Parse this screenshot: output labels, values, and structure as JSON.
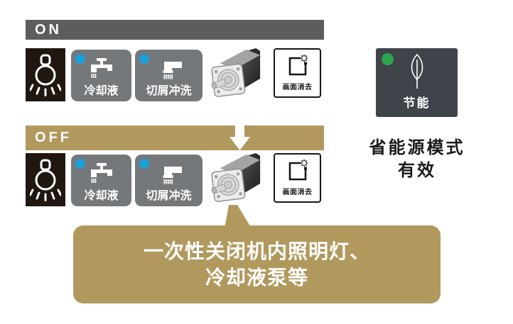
{
  "palette": {
    "on_bar_gray": "#5d5d5d",
    "gold": "#b1995e",
    "tile_gray": "#75787b",
    "bulb_tile_bg": "#211711",
    "eco_tile_bg": "#3f444b",
    "blue_indicator": "#1b9fd8",
    "green_indicator": "#2da44e",
    "text_dark": "#1a1a1a",
    "white": "#ffffff"
  },
  "bars": {
    "on_label": "ON",
    "off_label": "OFF"
  },
  "tiles": {
    "coolant_label": "冷却液",
    "chip_flush_label": "切屑冲洗",
    "screen_off_label": "画面消去"
  },
  "eco_tile": {
    "label": "节能"
  },
  "status_text": {
    "line1": "省能源模式",
    "line2": "有效"
  },
  "callout": {
    "line1": "一次性关闭机内照明灯、",
    "line2": "冷却液泵等"
  },
  "icons": {
    "light_bulb": "light-bulb-icon",
    "coolant_faucet": "coolant-faucet-icon",
    "chip_flush": "chip-flush-shower-icon",
    "screen_off": "screen-erase-sparkle-icon",
    "motor": "servo-motor-image",
    "leaf": "leaf-icon",
    "down_arrow": "down-arrow-icon"
  }
}
